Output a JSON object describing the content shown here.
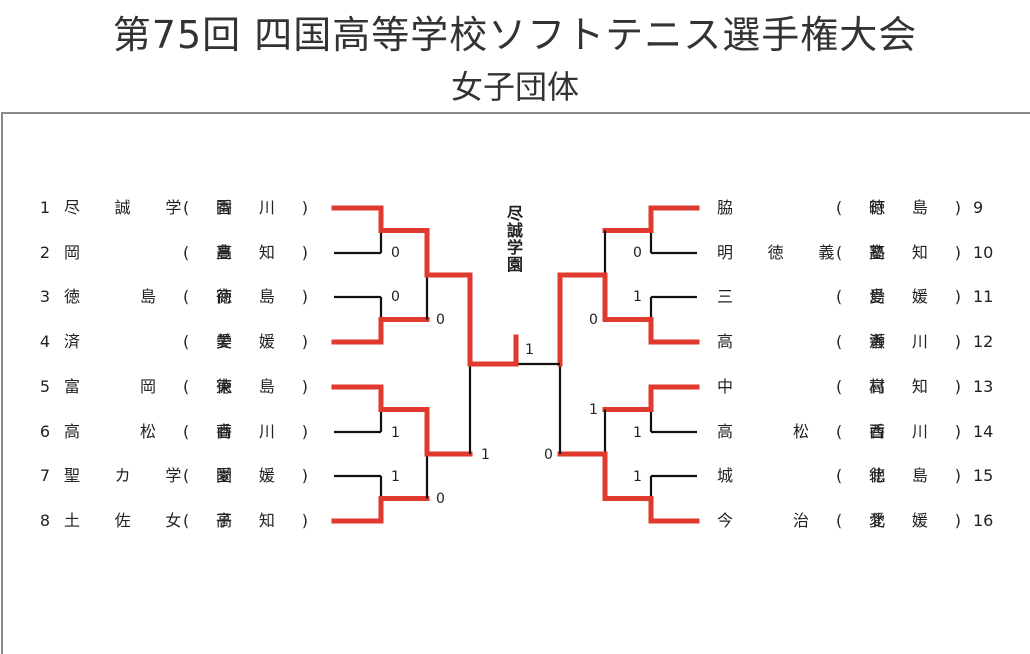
{
  "header": {
    "title": "第75回 四国高等学校ソフトテニス選手権大会",
    "subtitle": "女子団体"
  },
  "champion": "尽誠学園",
  "left_teams": [
    {
      "seed": "1",
      "name": "尽誠学園",
      "pref": "(香川)"
    },
    {
      "seed": "2",
      "name": "岡豊",
      "pref": "(高知)"
    },
    {
      "seed": "3",
      "name": "徳島商",
      "pref": "(徳島)"
    },
    {
      "seed": "4",
      "name": "済美",
      "pref": "(愛媛)"
    },
    {
      "seed": "5",
      "name": "富岡東",
      "pref": "(徳島)"
    },
    {
      "seed": "6",
      "name": "高松商",
      "pref": "(香川)"
    },
    {
      "seed": "7",
      "name": "聖カ学園",
      "pref": "(愛媛)"
    },
    {
      "seed": "8",
      "name": "土佐女子",
      "pref": "(高知)"
    }
  ],
  "right_teams": [
    {
      "seed": "9",
      "name": "脇町",
      "pref": "(徳島)"
    },
    {
      "seed": "10",
      "name": "明徳義塾",
      "pref": "(高知)"
    },
    {
      "seed": "11",
      "name": "三島",
      "pref": "(愛媛)"
    },
    {
      "seed": "12",
      "name": "高瀬",
      "pref": "(香川)"
    },
    {
      "seed": "13",
      "name": "中村",
      "pref": "(高知)"
    },
    {
      "seed": "14",
      "name": "高松西",
      "pref": "(香川)"
    },
    {
      "seed": "15",
      "name": "城北",
      "pref": "(徳島)"
    },
    {
      "seed": "16",
      "name": "今治北",
      "pref": "(愛媛)"
    }
  ],
  "scores": {
    "left_r1": [
      "0",
      "0",
      "1",
      "1"
    ],
    "left_r2": [
      "0",
      "0"
    ],
    "left_sf": "1",
    "right_r1": [
      "0",
      "1",
      "1",
      "1"
    ],
    "right_r2": [
      "0",
      "1"
    ],
    "right_sf": "0",
    "final": "1"
  },
  "colors": {
    "winner_line": "#e03a2e",
    "loser_line": "#111111"
  }
}
